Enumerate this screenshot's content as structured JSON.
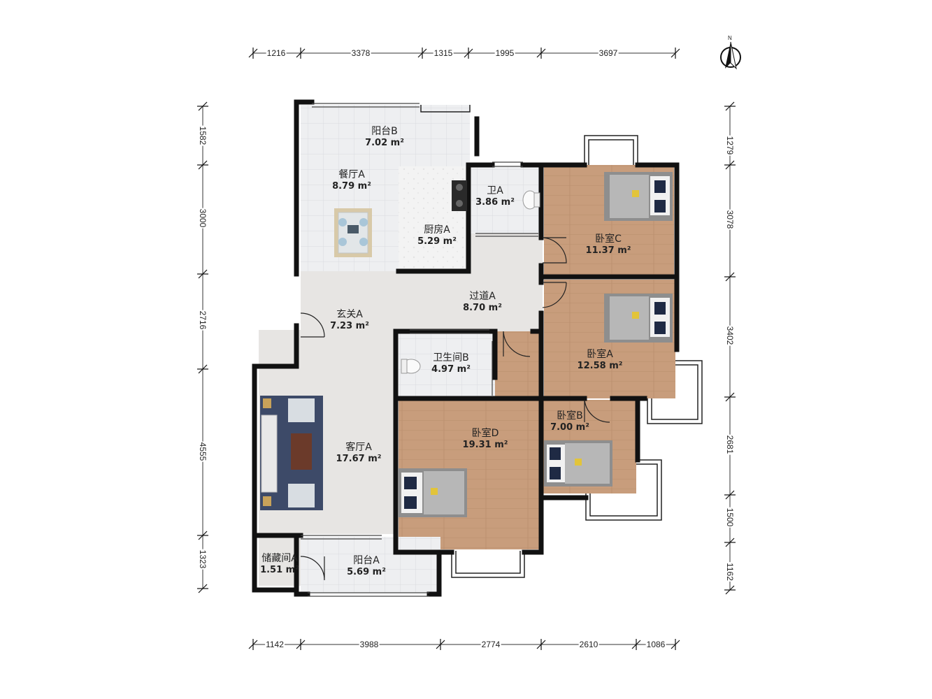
{
  "compass": {
    "label": "N"
  },
  "rooms": [
    {
      "id": "balcony-b",
      "name": "阳台B",
      "area": "7.02 m²"
    },
    {
      "id": "dining-a",
      "name": "餐厅A",
      "area": "8.79 m²"
    },
    {
      "id": "kitchen-a",
      "name": "厨房A",
      "area": "5.29 m²"
    },
    {
      "id": "bath-a",
      "name": "卫A",
      "area": "3.86 m²"
    },
    {
      "id": "bedroom-c",
      "name": "卧室C",
      "area": "11.37 m²"
    },
    {
      "id": "hallway-a",
      "name": "过道A",
      "area": "8.70 m²"
    },
    {
      "id": "entry-a",
      "name": "玄关A",
      "area": "7.23 m²"
    },
    {
      "id": "bathroom-b",
      "name": "卫生间B",
      "area": "4.97 m²"
    },
    {
      "id": "bedroom-a",
      "name": "卧室A",
      "area": "12.58 m²"
    },
    {
      "id": "bedroom-b",
      "name": "卧室B",
      "area": "7.00 m²"
    },
    {
      "id": "bedroom-d",
      "name": "卧室D",
      "area": "19.31 m²"
    },
    {
      "id": "living-a",
      "name": "客厅A",
      "area": "17.67 m²"
    },
    {
      "id": "storage-a",
      "name": "储藏间A",
      "area": "1.51 m²"
    },
    {
      "id": "balcony-a",
      "name": "阳台A",
      "area": "5.69 m²"
    }
  ],
  "dimensions": {
    "top": [
      "1216",
      "3378",
      "1315",
      "1995",
      "3697"
    ],
    "bottom": [
      "1142",
      "3988",
      "2774",
      "2610",
      "1086"
    ],
    "left": [
      "1582",
      "3000",
      "2716",
      "4555",
      "1323"
    ],
    "right": [
      "1279",
      "3078",
      "3402",
      "2681",
      "1500",
      "1162"
    ]
  },
  "colors": {
    "wall": "#111111",
    "tile": "#eeeff1",
    "tile_line": "#d9dbdf",
    "wood": "#c89d7c",
    "wood_line": "#b98e6d",
    "sofa_rug": "#3d4a68",
    "dim_line": "#333333"
  }
}
